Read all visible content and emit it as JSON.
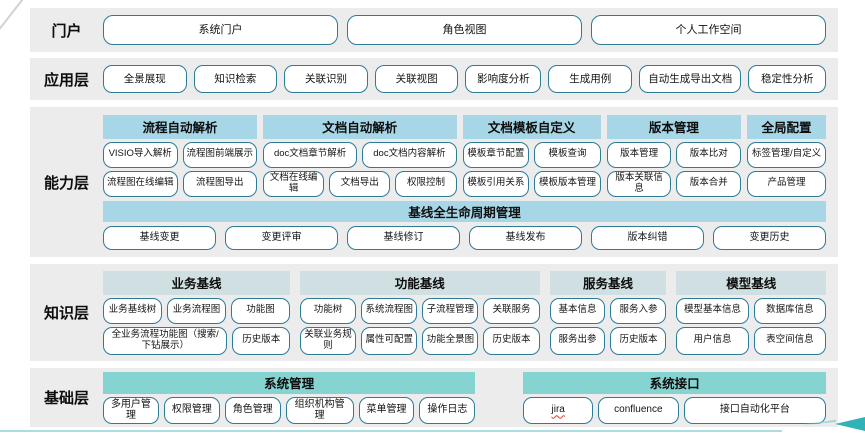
{
  "layers": {
    "portal": {
      "label": "门户",
      "buttons": [
        "系统门户",
        "角色视图",
        "个人工作空间"
      ]
    },
    "application": {
      "label": "应用层",
      "buttons": [
        "全景展现",
        "知识检索",
        "关联识别",
        "关联视图",
        "影响度分析",
        "生成用例",
        "自动生成导出文档",
        "稳定性分析"
      ]
    },
    "capability": {
      "label": "能力层",
      "groups": [
        {
          "header": "流程自动解析",
          "rows": [
            [
              "VISIO导入解析",
              "流程图前端展示"
            ],
            [
              "流程图在线编辑",
              "流程图导出"
            ]
          ]
        },
        {
          "header": "文档自动解析",
          "rows": [
            [
              "doc文档章节解析",
              "doc文档内容解析"
            ],
            [
              "文档在线编辑",
              "文档导出",
              "权限控制"
            ]
          ]
        },
        {
          "header": "文档模板自定义",
          "rows": [
            [
              "模板章节配置",
              "模板查询"
            ],
            [
              "模板引用关系",
              "模板版本管理"
            ]
          ]
        },
        {
          "header": "版本管理",
          "rows": [
            [
              "版本管理",
              "版本比对"
            ],
            [
              "版本关联信息",
              "版本合并"
            ]
          ]
        },
        {
          "header": "全局配置",
          "rows": [
            [
              "标签管理/自定义"
            ],
            [
              "产品管理"
            ]
          ]
        }
      ],
      "baseline": {
        "header": "基线全生命周期管理",
        "buttons": [
          "基线变更",
          "变更评审",
          "基线修订",
          "基线发布",
          "版本纠错",
          "变更历史"
        ]
      }
    },
    "knowledge": {
      "label": "知识层",
      "groups": [
        {
          "header": "业务基线",
          "rows": [
            [
              "业务基线树",
              "业务流程图",
              "功能图"
            ],
            [
              "全业务流程功能图（搜索/下钻展示）",
              "历史版本"
            ]
          ]
        },
        {
          "header": "功能基线",
          "rows": [
            [
              "功能树",
              "系统流程图",
              "子流程管理",
              "关联服务"
            ],
            [
              "关联业务规则",
              "属性可配置",
              "功能全景图",
              "历史版本"
            ]
          ]
        },
        {
          "header": "服务基线",
          "rows": [
            [
              "基本信息",
              "服务入参"
            ],
            [
              "服务出参",
              "历史版本"
            ]
          ]
        },
        {
          "header": "模型基线",
          "rows": [
            [
              "模型基本信息",
              "数据库信息"
            ],
            [
              "用户信息",
              "表空间信息"
            ]
          ]
        }
      ]
    },
    "base": {
      "label": "基础层",
      "groups": [
        {
          "header": "系统管理",
          "rows": [
            [
              "多用户管理",
              "权限管理",
              "角色管理",
              "组织机构管理",
              "菜单管理",
              "操作日志"
            ]
          ]
        },
        {
          "header": "系统接口",
          "rows": [
            [
              "jira",
              "confluence",
              "接口自动化平台"
            ]
          ]
        }
      ]
    }
  },
  "colors": {
    "band_background": "#ececec",
    "box_border": "#2e7b96",
    "header_blue": "#a7d6e7",
    "header_pale": "#d0dfe1",
    "header_teal": "#86d4d2",
    "spellcheck_underline": "#e23b2e",
    "arrow_teal": "#2fb3b6"
  },
  "icons": {
    "arrow_left": "arrow-left-icon"
  }
}
